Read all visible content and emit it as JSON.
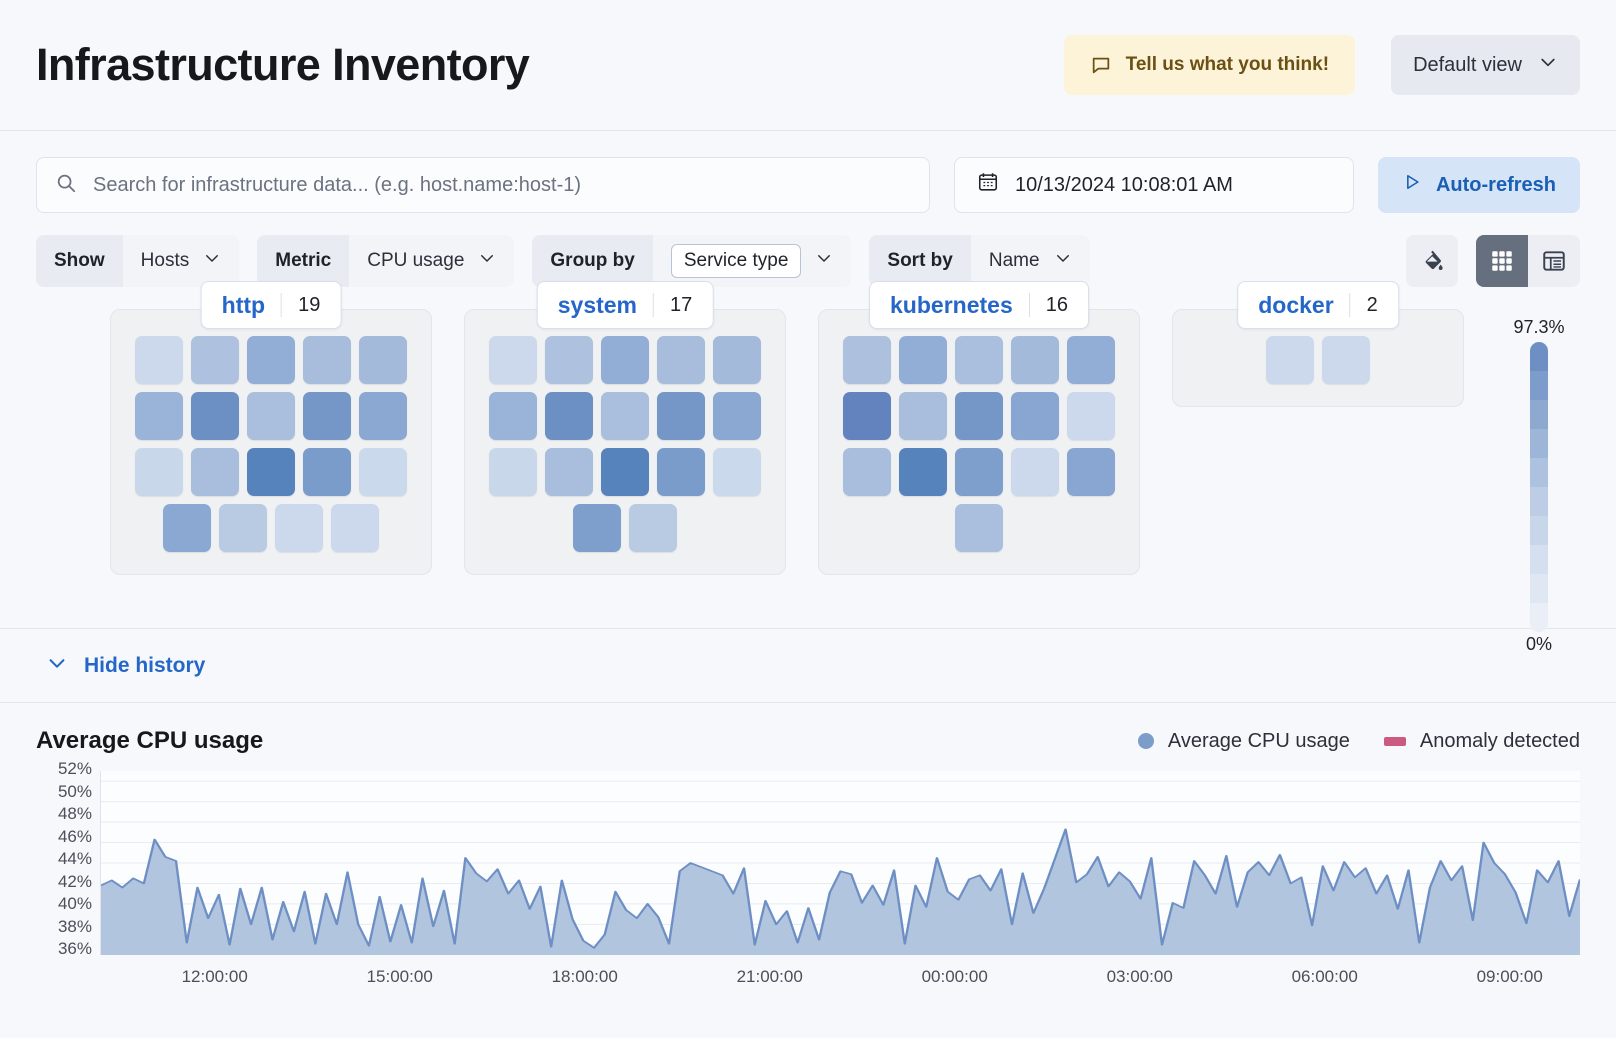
{
  "header": {
    "title": "Infrastructure Inventory",
    "feedback_label": "Tell us what you think!",
    "feedback_icon": "comment-icon",
    "view_label": "Default view",
    "view_icon": "chevron-down-icon"
  },
  "search": {
    "placeholder": "Search for infrastructure data... (e.g. host.name:host-1)",
    "value": "",
    "icon": "search-icon"
  },
  "datepicker": {
    "value": "10/13/2024 10:08:01 AM",
    "icon": "calendar-icon"
  },
  "autorefresh": {
    "label": "Auto-refresh",
    "icon": "play-icon"
  },
  "filters": [
    {
      "label": "Show",
      "value": "Hosts",
      "boxed": false,
      "icon": "chevron-down-icon"
    },
    {
      "label": "Metric",
      "value": "CPU usage",
      "boxed": false,
      "icon": "chevron-down-icon"
    },
    {
      "label": "Group by",
      "value": "Service type",
      "boxed": true,
      "icon": "chevron-down-icon"
    },
    {
      "label": "Sort by",
      "value": "Name",
      "boxed": false,
      "icon": "chevron-down-icon"
    }
  ],
  "view_controls": {
    "fill_icon": "paint-bucket-icon",
    "grid_icon": "grid-view-icon",
    "table_icon": "table-view-icon",
    "active": "grid-view-icon"
  },
  "legend": {
    "max_label": "97.3%",
    "min_label": "0%",
    "stops": [
      "#e9eef7",
      "#dfe7f3",
      "#d4dfef",
      "#c8d6ea",
      "#bccde5",
      "#adc2de",
      "#9db5d7",
      "#8da9d0",
      "#7e9ccb",
      "#6e8fc4"
    ]
  },
  "history_toggle": {
    "label": "Hide history",
    "icon": "chevron-down-icon"
  },
  "groups": [
    {
      "name": "http",
      "count": "19",
      "rows": [
        [
          "#ccd9ec",
          "#aec1de",
          "#93aed6",
          "#a8bddc",
          "#a3bada"
        ],
        [
          "#9ab3d8",
          "#6d90c4",
          "#aabedd",
          "#7497c7",
          "#8aa8d2"
        ],
        [
          "#c9d7eb",
          "#a9bddc",
          "#5783bd",
          "#7a9cca",
          "#cbd9ec"
        ],
        [
          "#8aa8d2",
          "#b9cae3",
          "#ccd9ec",
          "#ccd9ec"
        ]
      ]
    },
    {
      "name": "system",
      "count": "17",
      "rows": [
        [
          "#ccd9ec",
          "#aec1de",
          "#93aed6",
          "#a8bddc",
          "#a3bada"
        ],
        [
          "#9ab3d8",
          "#6d90c4",
          "#aabedd",
          "#7497c7",
          "#8aa8d2"
        ],
        [
          "#c9d7eb",
          "#a9bddc",
          "#5783bd",
          "#7a9cca",
          "#cbd9ec"
        ],
        [
          "#7e9ecb",
          "#b9cae3"
        ]
      ]
    },
    {
      "name": "kubernetes",
      "count": "16",
      "rows": [
        [
          "#adc0de",
          "#93aed6",
          "#aabedd",
          "#a3bada",
          "#93aed6"
        ],
        [
          "#6283bd",
          "#a9bddc",
          "#7497c7",
          "#88a6d1",
          "#ccd9ec"
        ],
        [
          "#a9bddc",
          "#5783bd",
          "#7e9ecb",
          "#ccd9ec",
          "#88a6d1"
        ],
        [
          "#aabedd"
        ]
      ]
    },
    {
      "name": "docker",
      "count": "2",
      "rows": [
        [
          "#ccd9ec",
          "#ccd9ec"
        ]
      ]
    }
  ],
  "chart_data": {
    "type": "area",
    "title": "Average CPU usage",
    "xlabel": "",
    "ylabel": "",
    "ylim": [
      35,
      53
    ],
    "grid": true,
    "legend_position": "top-right",
    "legend": [
      {
        "name": "Average CPU usage",
        "color": "#7c9cca",
        "marker": "circle"
      },
      {
        "name": "Anomaly detected",
        "color": "#cc5a80",
        "marker": "square"
      }
    ],
    "ytick_labels": [
      "52%",
      "50%",
      "48%",
      "46%",
      "44%",
      "42%",
      "40%",
      "38%",
      "36%"
    ],
    "ytick_values": [
      52,
      50,
      48,
      46,
      44,
      42,
      40,
      38,
      36
    ],
    "xtick_labels": [
      "12:00:00",
      "15:00:00",
      "18:00:00",
      "21:00:00",
      "00:00:00",
      "03:00:00",
      "06:00:00",
      "09:00:00"
    ],
    "line_color": "#6e8fc4",
    "fill_color": "#aec2dd",
    "series": [
      {
        "name": "Average CPU usage",
        "values": [
          41.8,
          42.3,
          41.6,
          42.5,
          42.0,
          46.3,
          44.6,
          44.2,
          36.2,
          41.6,
          38.6,
          40.9,
          36.0,
          41.5,
          38.0,
          41.6,
          36.5,
          40.2,
          37.3,
          41.2,
          36.1,
          41.0,
          38.0,
          43.1,
          38.0,
          35.9,
          40.7,
          36.3,
          39.9,
          36.2,
          42.5,
          37.8,
          41.3,
          36.1,
          44.5,
          43.0,
          42.2,
          43.4,
          41.0,
          42.3,
          39.5,
          41.7,
          35.8,
          42.3,
          38.5,
          36.4,
          35.7,
          37.0,
          41.2,
          39.4,
          38.6,
          40.0,
          38.7,
          36.1,
          43.2,
          44.0,
          43.6,
          43.2,
          42.8,
          41.0,
          43.5,
          36.0,
          40.3,
          38.0,
          39.3,
          36.2,
          39.6,
          36.5,
          41.1,
          43.2,
          42.9,
          40.1,
          41.8,
          39.9,
          43.3,
          36.1,
          41.8,
          39.7,
          44.5,
          41.2,
          40.4,
          42.4,
          42.8,
          41.3,
          43.4,
          38.0,
          43.0,
          39.1,
          41.5,
          44.4,
          47.3,
          42.1,
          42.9,
          44.6,
          41.7,
          43.1,
          42.2,
          40.5,
          44.5,
          36.0,
          40.1,
          39.6,
          44.2,
          42.8,
          41.0,
          44.7,
          39.7,
          43.1,
          44.1,
          42.8,
          44.8,
          42.0,
          42.6,
          37.9,
          43.7,
          41.3,
          44.1,
          42.6,
          43.5,
          41.0,
          42.8,
          39.5,
          43.3,
          36.2,
          41.6,
          44.2,
          42.3,
          43.7,
          38.4,
          46.0,
          44.0,
          42.9,
          41.1,
          38.1,
          43.3,
          42.1,
          44.2,
          38.8,
          42.4
        ]
      }
    ]
  }
}
